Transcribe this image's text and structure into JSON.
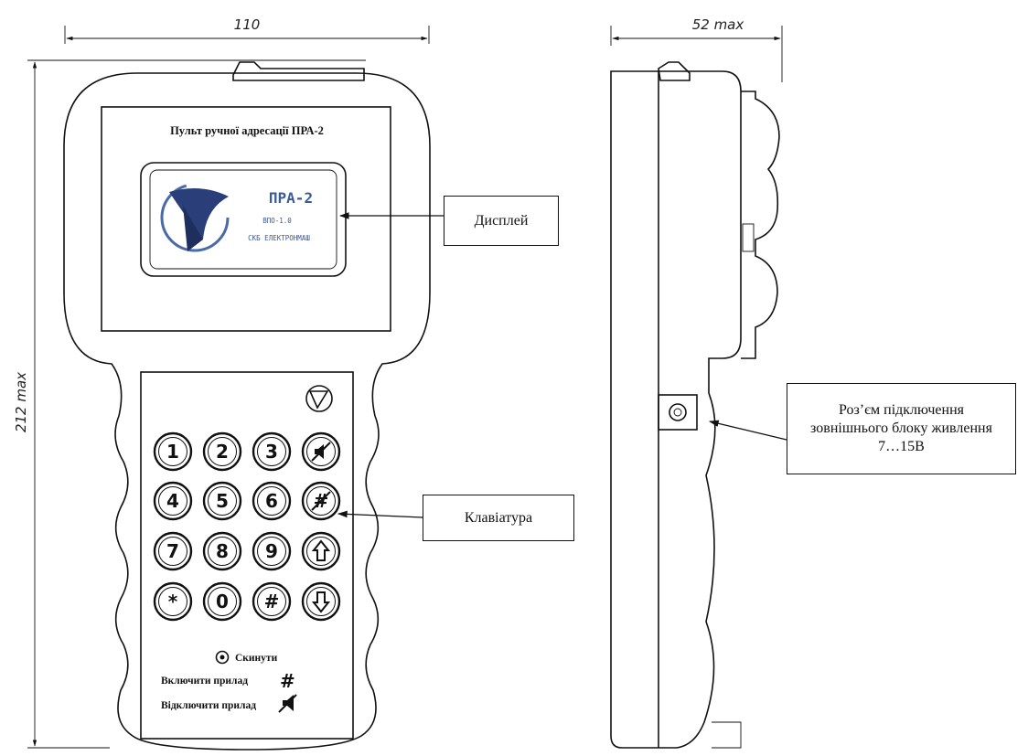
{
  "dimensions": {
    "width": "110",
    "height": "212 max",
    "depth": "52 max"
  },
  "device": {
    "title": "Пульт ручної адресації ПРА-2",
    "screen": {
      "model": "ПРА-2",
      "version": "ВПО-1.0",
      "maker": "СКБ ЕЛЕКТРОНМАШ"
    },
    "keys": [
      "1",
      "2",
      "3",
      "mute",
      "4",
      "5",
      "6",
      "hash-crossed",
      "7",
      "8",
      "9",
      "up",
      "*",
      "0",
      "#",
      "down"
    ],
    "legend": {
      "reset": "Скинути",
      "power_on": "Включити прилад",
      "power_off": "Відключити прилад"
    }
  },
  "callouts": {
    "display": "Дисплей",
    "keyboard": "Клавіатура",
    "power_connector": "Роз’єм підключення зовнішнього блоку живлення 7…15В"
  }
}
